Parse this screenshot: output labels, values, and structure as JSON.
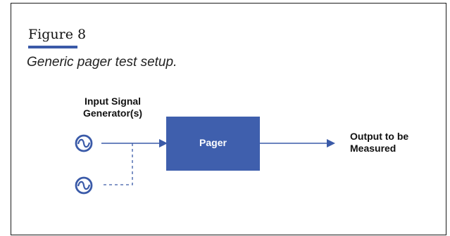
{
  "figure": {
    "title": "Figure 8",
    "caption": "Generic pager test setup."
  },
  "diagram": {
    "input_label_line1": "Input Signal",
    "input_label_line2": "Generator(s)",
    "block_label": "Pager",
    "output_label_line1": "Output to be",
    "output_label_line2": "Measured",
    "colors": {
      "accent": "#3f5fad",
      "line": "#3a5aa8"
    },
    "icons": [
      "signal-generator-icon",
      "signal-generator-icon"
    ]
  }
}
